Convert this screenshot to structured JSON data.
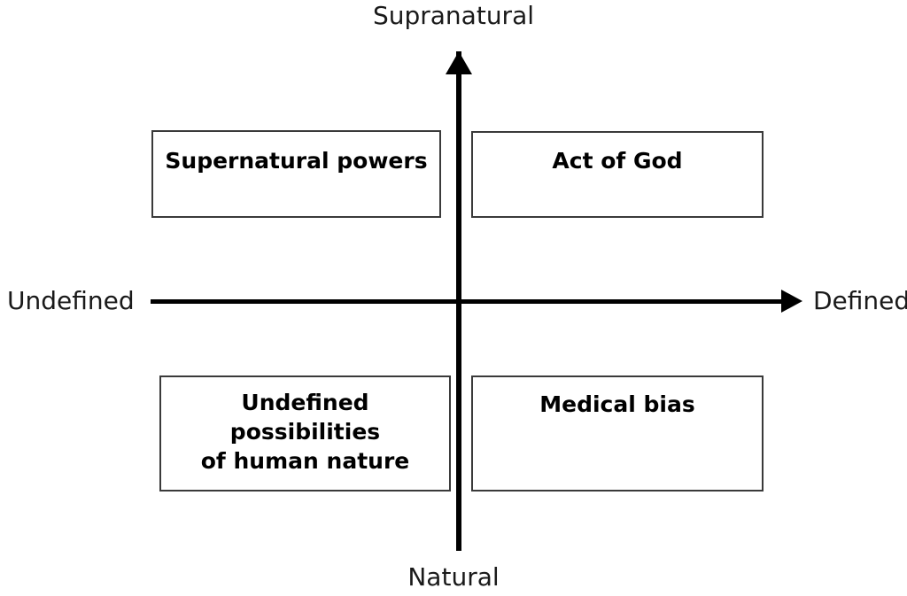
{
  "chart_data": {
    "type": "diagram",
    "subtype": "2x2-quadrant-matrix",
    "title": "",
    "axes": {
      "vertical": {
        "top_label": "Supranatural",
        "bottom_label": "Natural",
        "arrow_at": "top"
      },
      "horizontal": {
        "left_label": "Undefined",
        "right_label": "Defined",
        "arrow_at": "right"
      }
    },
    "quadrants": [
      {
        "position": "top-left",
        "horizontal": "Undefined",
        "vertical": "Supranatural",
        "label": "Supernatural powers"
      },
      {
        "position": "top-right",
        "horizontal": "Defined",
        "vertical": "Supranatural",
        "label": "Act of God"
      },
      {
        "position": "bottom-left",
        "horizontal": "Undefined",
        "vertical": "Natural",
        "label": "Undefined\npossibilities\nof human nature"
      },
      {
        "position": "bottom-right",
        "horizontal": "Defined",
        "vertical": "Natural",
        "label": "Medical bias"
      }
    ],
    "colors": {
      "background": "#ffffff",
      "axis": "#000000",
      "box_border": "#3a3a3a",
      "box_fill": "#ffffff",
      "text": "#000000",
      "axis_label_text": "#1a1a1a"
    }
  }
}
